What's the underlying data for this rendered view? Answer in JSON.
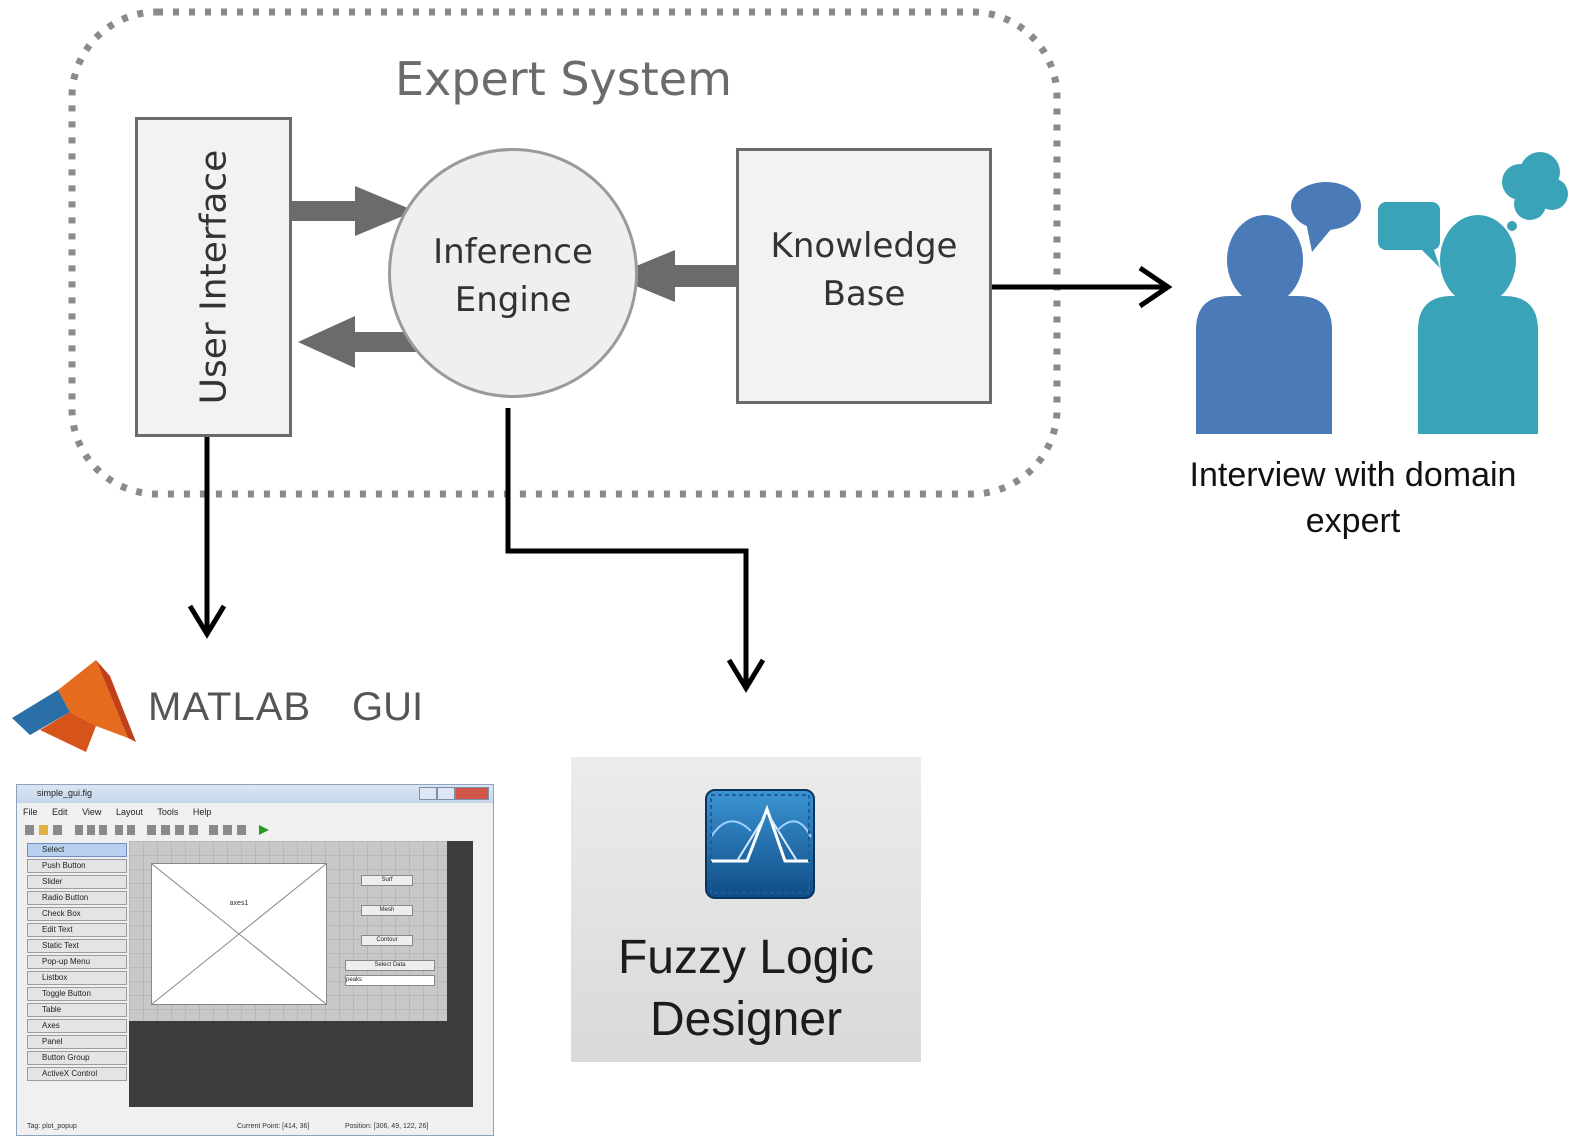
{
  "expert_system": {
    "title": "Expert System",
    "user_interface": "User Interface",
    "inference_engine": [
      "Inference",
      "Engine"
    ],
    "knowledge_base": [
      "Knowledge",
      "Base"
    ]
  },
  "interview": {
    "caption": [
      "Interview with domain",
      "expert"
    ]
  },
  "matlab": {
    "logo_word": "MATLAB",
    "gui_word": "GUI",
    "window": {
      "title": "simple_gui.fig",
      "menu": [
        "File",
        "Edit",
        "View",
        "Layout",
        "Tools",
        "Help"
      ],
      "palette": [
        "Select",
        "Push Button",
        "Slider",
        "Radio Button",
        "Check Box",
        "Edit Text",
        "Static Text",
        "Pop-up Menu",
        "Listbox",
        "Toggle Button",
        "Table",
        "Axes",
        "Panel",
        "Button Group",
        "ActiveX Control"
      ],
      "axes_label": "axes1",
      "buttons": [
        "Surf",
        "Mesh",
        "Contour"
      ],
      "select_data": "Select Data",
      "popup_value": "peaks",
      "status_tag": "Tag: plot_popup",
      "status_point": "Current Point: [414, 36]",
      "status_position": "Position: [306, 49, 122, 26]"
    }
  },
  "fuzzy": {
    "title": [
      "Fuzzy Logic",
      "Designer"
    ]
  },
  "colors": {
    "person_left": "#4a7ab8",
    "person_right": "#3aa3b8",
    "box_fill": "#f2f2f2",
    "arrow_gray": "#6b6b6b",
    "arrow_black": "#000000"
  }
}
